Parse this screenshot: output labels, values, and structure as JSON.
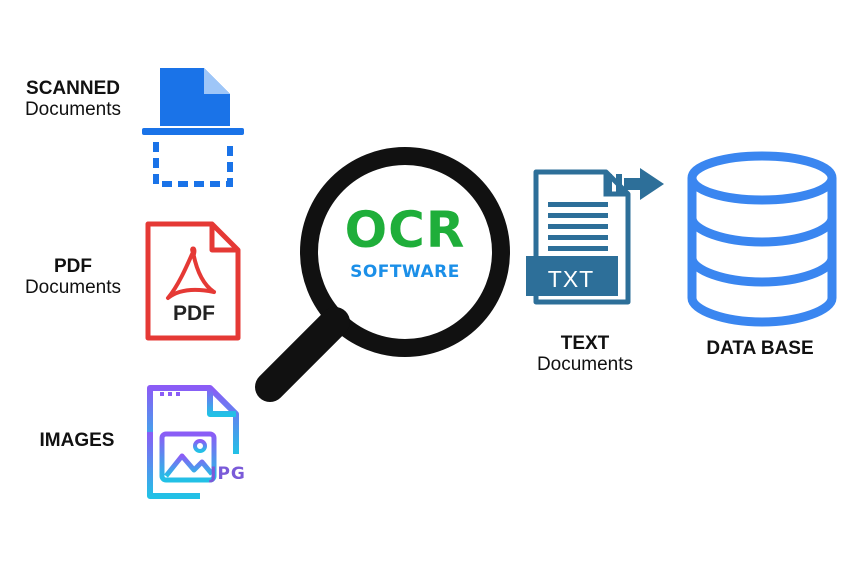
{
  "inputs": {
    "scanned": {
      "title": "SCANNED",
      "subtitle": "Documents"
    },
    "pdf": {
      "title": "PDF",
      "subtitle": "Documents",
      "icon_text": "PDF"
    },
    "images": {
      "title": "IMAGES",
      "icon_text": "JPG"
    }
  },
  "software": {
    "title": "OCR",
    "subtitle": "SOFTWARE"
  },
  "outputs": {
    "text": {
      "icon_text": "TXT",
      "title": "TEXT",
      "subtitle": "Documents"
    },
    "database": {
      "title": "DATA BASE"
    }
  },
  "icons": {
    "scanned": "scanned-document-icon",
    "pdf": "pdf-file-icon",
    "images": "image-file-icon",
    "software": "magnifier-icon",
    "text": "text-file-icon",
    "arrow": "arrow-right-icon",
    "database": "database-icon"
  },
  "colors": {
    "scan_blue": "#1a73e8",
    "pdf_red": "#e53935",
    "image_purple": "#8b5cf6",
    "image_cyan": "#22c1e6",
    "ocr_green": "#1fae3a",
    "software_blue": "#1b8fe8",
    "magnifier": "#111111",
    "text_file_blue": "#2d6f99",
    "database_blue": "#3a86f0"
  }
}
